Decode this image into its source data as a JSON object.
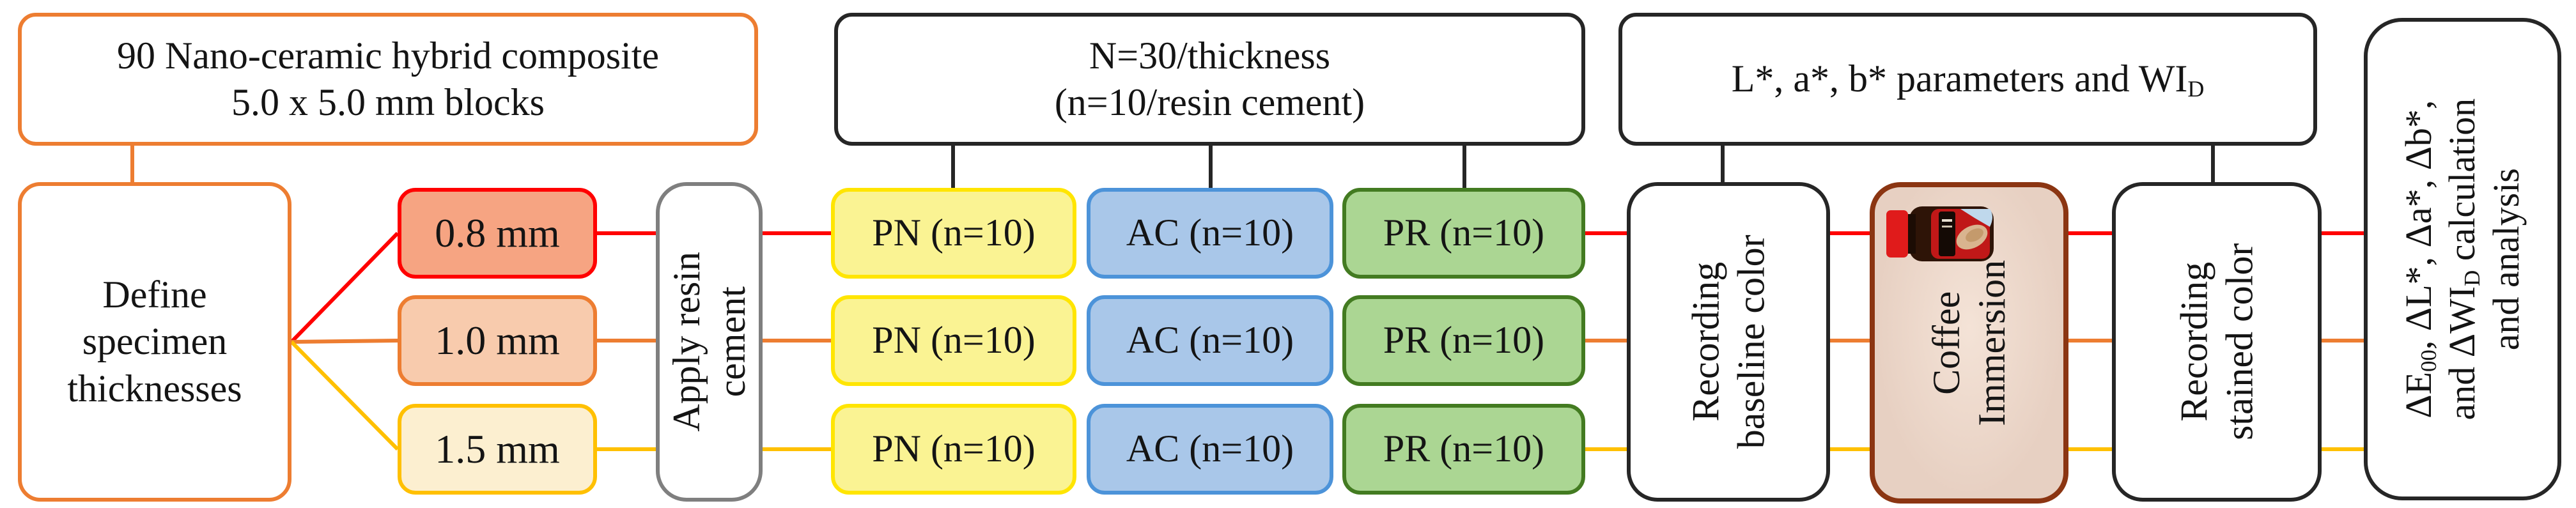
{
  "colors": {
    "orange": "#ED7D31",
    "red": "#FF0000",
    "amber": "#FFC000",
    "dark": "#262626",
    "gray": "#7F7F7F",
    "salmonFill": "#F6A482",
    "peachFill": "#F8CBAD",
    "creamFill": "#FCEFD0",
    "yellowFill": "#FAF393",
    "yellowBorder": "#FFE500",
    "blueFill": "#A9C7E9",
    "blueBorder": "#4C93D9",
    "greenFill": "#ABD693",
    "greenBorder": "#437B21",
    "coffeeBorder": "#8B3512",
    "coffeeFill": "#E7D0C2",
    "coffeeFillLight": "#F4E3D7",
    "capRed": "#E01B1B",
    "jarBrown": "#2E1407",
    "labelRed": "#C01818",
    "mugTan": "#D9B48F"
  },
  "flow": {
    "specimens_box": {
      "line1": "90 Nano-ceramic hybrid composite",
      "line2": "5.0 x 5.0 mm blocks"
    },
    "define_box": {
      "line1": "Define",
      "line2": "specimen",
      "line3": "thicknesses"
    },
    "thicknesses": [
      {
        "label": "0.8 mm"
      },
      {
        "label": "1.0 mm"
      },
      {
        "label": "1.5 mm"
      }
    ],
    "apply_box": {
      "line1": "Apply resin",
      "line2": "cement"
    },
    "sample_size_box": {
      "line1": "N=30/thickness",
      "line2": "(n=10/resin cement)"
    },
    "cement_groups": {
      "pn": "PN (n=10)",
      "ac": "AC (n=10)",
      "pr": "PR (n=10)"
    },
    "parameters_box": {
      "text": "L*, a*, b* parameters and WI",
      "subscript": "D"
    },
    "baseline_box": {
      "line1": "Recording",
      "line2": "baseline color"
    },
    "coffee_box": {
      "line1": "Coffee",
      "line2": "Immersion"
    },
    "stained_box": {
      "line1": "Recording",
      "line2": "stained color"
    },
    "analysis_box": {
      "line1_pre": "ΔE",
      "line1_sub": "00",
      "line1_post": ", ΔL*, Δa*, Δb*,",
      "line2_pre": "and ΔWI",
      "line2_sub": "D",
      "line2_post": " calculation",
      "line3": "and analysis"
    }
  }
}
